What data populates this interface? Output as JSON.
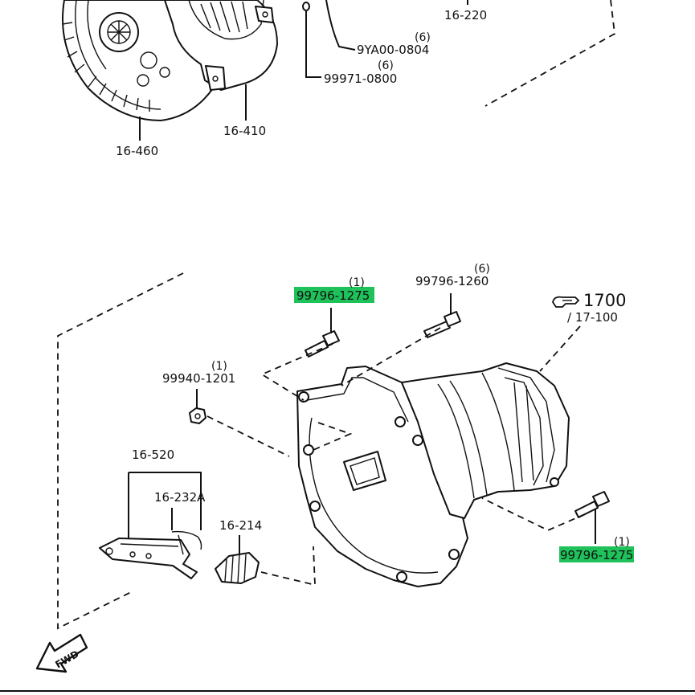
{
  "labels": {
    "clutch_disc": "16-460",
    "clutch_cover": "16-410",
    "top_right": "16-220",
    "bolt_9ya": "9YA00-0804",
    "bolt_9ya_qty": "(6)",
    "bolt_99971": "99971-0800",
    "bolt_99971_qty": "(6)",
    "bolt_top_hl": "99796-1275",
    "bolt_top_hl_qty": "(1)",
    "bolt_1260": "99796-1260",
    "bolt_1260_qty": "(6)",
    "ref_main": "1700",
    "ref_sub": "/ 17-100",
    "nut": "99940-1201",
    "nut_qty": "(1)",
    "fork_assy": "16-520",
    "spring": "16-232A",
    "boot": "16-214",
    "bolt_bottom_hl": "99796-1275",
    "bolt_bottom_hl_qty": "(1)",
    "fwd": "FWD"
  },
  "colors": {
    "highlight": "#1fc25a",
    "ink": "#111111",
    "background": "#ffffff"
  },
  "icons": {
    "reference": "pointing-hand-icon",
    "direction": "forward-arrow-icon"
  }
}
